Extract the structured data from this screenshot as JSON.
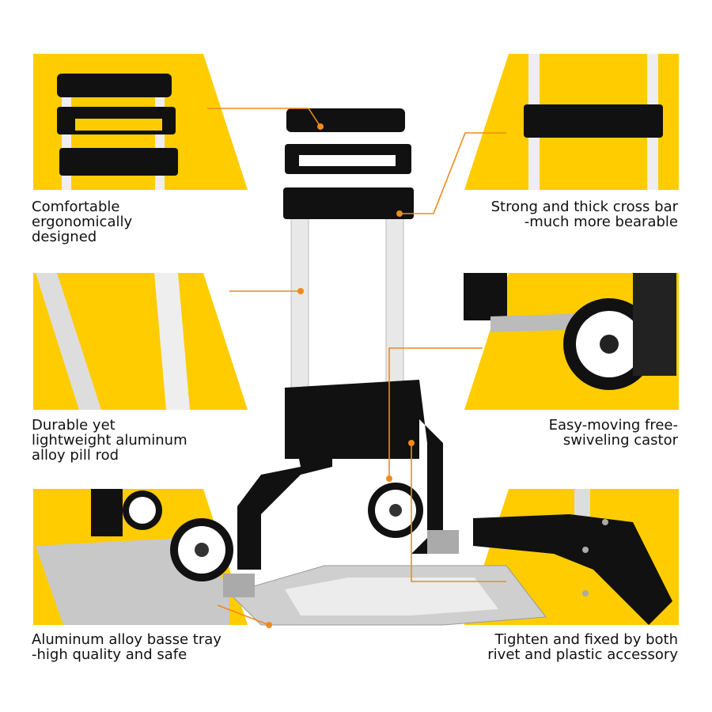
{
  "colors": {
    "panel": "#FFCC00",
    "leader": "#F08A1C",
    "frame": "#111111",
    "alu": "#E6E6E6"
  },
  "features": [
    {
      "id": "handle",
      "label": "Comfortable\nergonomically\ndesigned"
    },
    {
      "id": "crossbar",
      "label": "Strong and thick cross bar\n-much more bearable"
    },
    {
      "id": "rod",
      "label": "Durable yet\nlightweight aluminum\nalloy pill rod"
    },
    {
      "id": "castor",
      "label": "Easy-moving free-\nswiveling castor"
    },
    {
      "id": "tray",
      "label": "Aluminum alloy basse tray\n-high quality and safe"
    },
    {
      "id": "rivet",
      "label": "Tighten and fixed by both\nrivet and plastic accessory"
    }
  ]
}
